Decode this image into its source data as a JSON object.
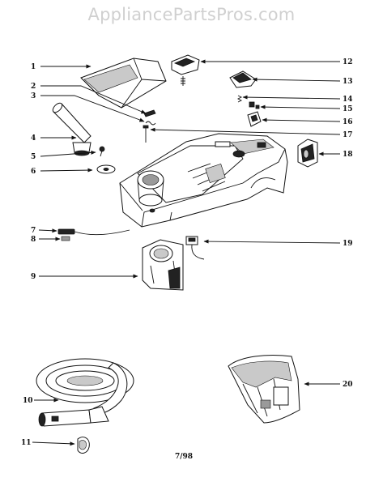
{
  "watermark": "AppliancePartsPros.com",
  "date_code": "7/98",
  "callouts": [
    "1",
    "2",
    "3",
    "4",
    "5",
    "6",
    "7",
    "8",
    "9",
    "10",
    "11",
    "12",
    "13",
    "14",
    "15",
    "16",
    "17",
    "18",
    "19",
    "20"
  ]
}
